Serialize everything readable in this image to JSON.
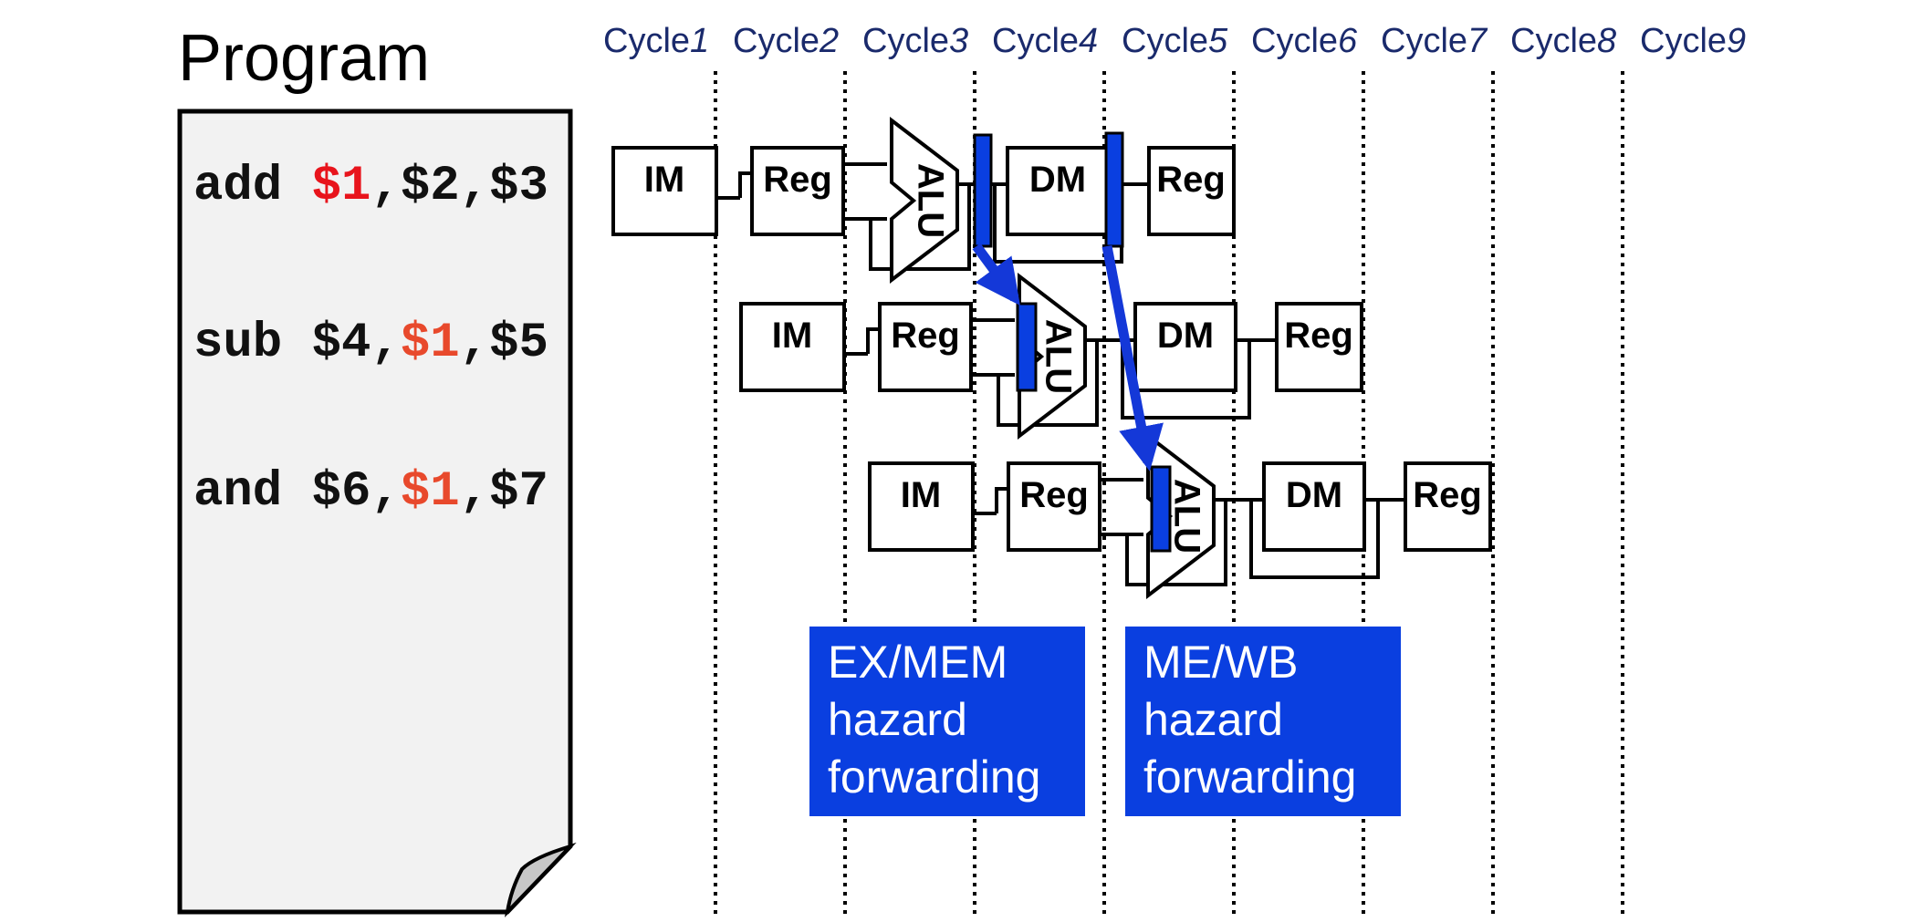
{
  "program": {
    "title": "Program",
    "instructions": [
      {
        "op": "add ",
        "dst": "$1",
        "sep1": ",",
        "src1": "$2",
        "sep2": ",",
        "src2": "$3"
      },
      {
        "op": "sub ",
        "dst": "$4",
        "sep1": ",",
        "src1": "$1",
        "sep2": ",",
        "src2": "$5"
      },
      {
        "op": "and ",
        "dst": "$6",
        "sep1": ",",
        "src1": "$1",
        "sep2": ",",
        "src2": "$7"
      }
    ]
  },
  "cycles": [
    {
      "word": "Cycle",
      "num": "1"
    },
    {
      "word": "Cycle",
      "num": "2"
    },
    {
      "word": "Cycle",
      "num": "3"
    },
    {
      "word": "Cycle",
      "num": "4"
    },
    {
      "word": "Cycle",
      "num": "5"
    },
    {
      "word": "Cycle",
      "num": "6"
    },
    {
      "word": "Cycle",
      "num": "7"
    },
    {
      "word": "Cycle",
      "num": "8"
    },
    {
      "word": "Cycle",
      "num": "9"
    }
  ],
  "stages": {
    "im": "IM",
    "reg": "Reg",
    "alu": "ALU",
    "dm": "DM"
  },
  "callouts": {
    "ex_mem": [
      "EX/MEM",
      "hazard",
      "forwarding"
    ],
    "me_wb": [
      "ME/WB",
      "hazard",
      "forwarding"
    ]
  },
  "colors": {
    "cycle_label": "#1a2a6c",
    "hazard_register": "#0a3fe0",
    "forward_arrow": "#1438d8",
    "callout_bg": "#0a3fe0",
    "highlight_red": "#e8141c",
    "highlight_orange": "#e8492c",
    "page_fill": "#f2f2f2"
  }
}
